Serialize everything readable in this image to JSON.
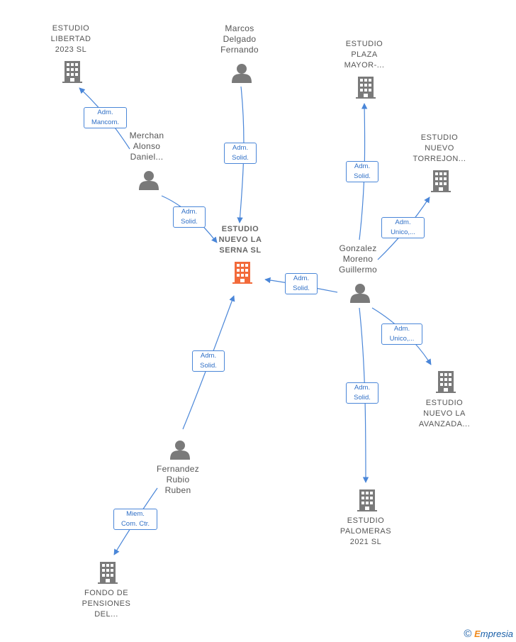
{
  "focus": {
    "label": [
      "ESTUDIO",
      "NUEVO LA",
      "SERNA  SL"
    ]
  },
  "nodes": {
    "estudio_libertad": [
      "ESTUDIO",
      "LIBERTAD",
      "2023  SL"
    ],
    "marcos": [
      "Marcos",
      "Delgado",
      "Fernando"
    ],
    "estudio_plaza": [
      "ESTUDIO",
      "PLAZA",
      "MAYOR-..."
    ],
    "merchan": [
      "Merchan",
      "Alonso",
      "Daniel..."
    ],
    "estudio_torrejon": [
      "ESTUDIO",
      "NUEVO",
      "TORREJON..."
    ],
    "gonzalez": [
      "Gonzalez",
      "Moreno",
      "Guillermo"
    ],
    "estudio_avanzada": [
      "ESTUDIO",
      "NUEVO LA",
      "AVANZADA..."
    ],
    "fernandez": [
      "Fernandez",
      "Rubio",
      "Ruben"
    ],
    "estudio_palomeras": [
      "ESTUDIO",
      "PALOMERAS",
      "2021  SL"
    ],
    "fondo": [
      "FONDO DE",
      "PENSIONES",
      "DEL..."
    ]
  },
  "edges": {
    "merchan_libertad": [
      "Adm.",
      "Mancom."
    ],
    "marcos_focus": [
      "Adm.",
      "Solid."
    ],
    "merchan_focus": [
      "Adm.",
      "Solid."
    ],
    "gonzalez_plaza": [
      "Adm.",
      "Solid."
    ],
    "gonzalez_torrejon": [
      "Adm.",
      "Unico,..."
    ],
    "gonzalez_focus": [
      "Adm.",
      "Solid."
    ],
    "gonzalez_avanzada": [
      "Adm.",
      "Unico,..."
    ],
    "gonzalez_palomeras": [
      "Adm.",
      "Solid."
    ],
    "fernandez_focus": [
      "Adm.",
      "Solid."
    ],
    "fernandez_fondo": [
      "Miem.",
      "Com. Ctr."
    ]
  },
  "brand": {
    "symbol": "©",
    "name_first": "E",
    "name_rest": "mpresia"
  },
  "colors": {
    "edge": "#4a86d8",
    "company": "#7a7a7a",
    "focus_company": "#f26a3a",
    "person": "#7a7a7a"
  }
}
